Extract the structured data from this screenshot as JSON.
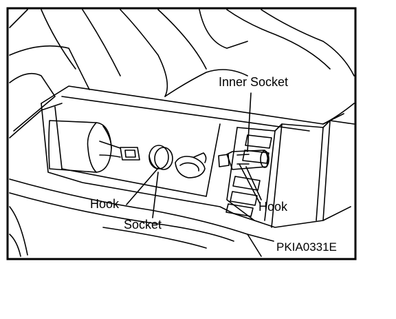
{
  "labels": {
    "inner_socket": "Inner Socket",
    "hook_left": "Hook",
    "socket": "Socket",
    "hook_right": "Hook"
  },
  "figure_code": "PKIA0331E"
}
